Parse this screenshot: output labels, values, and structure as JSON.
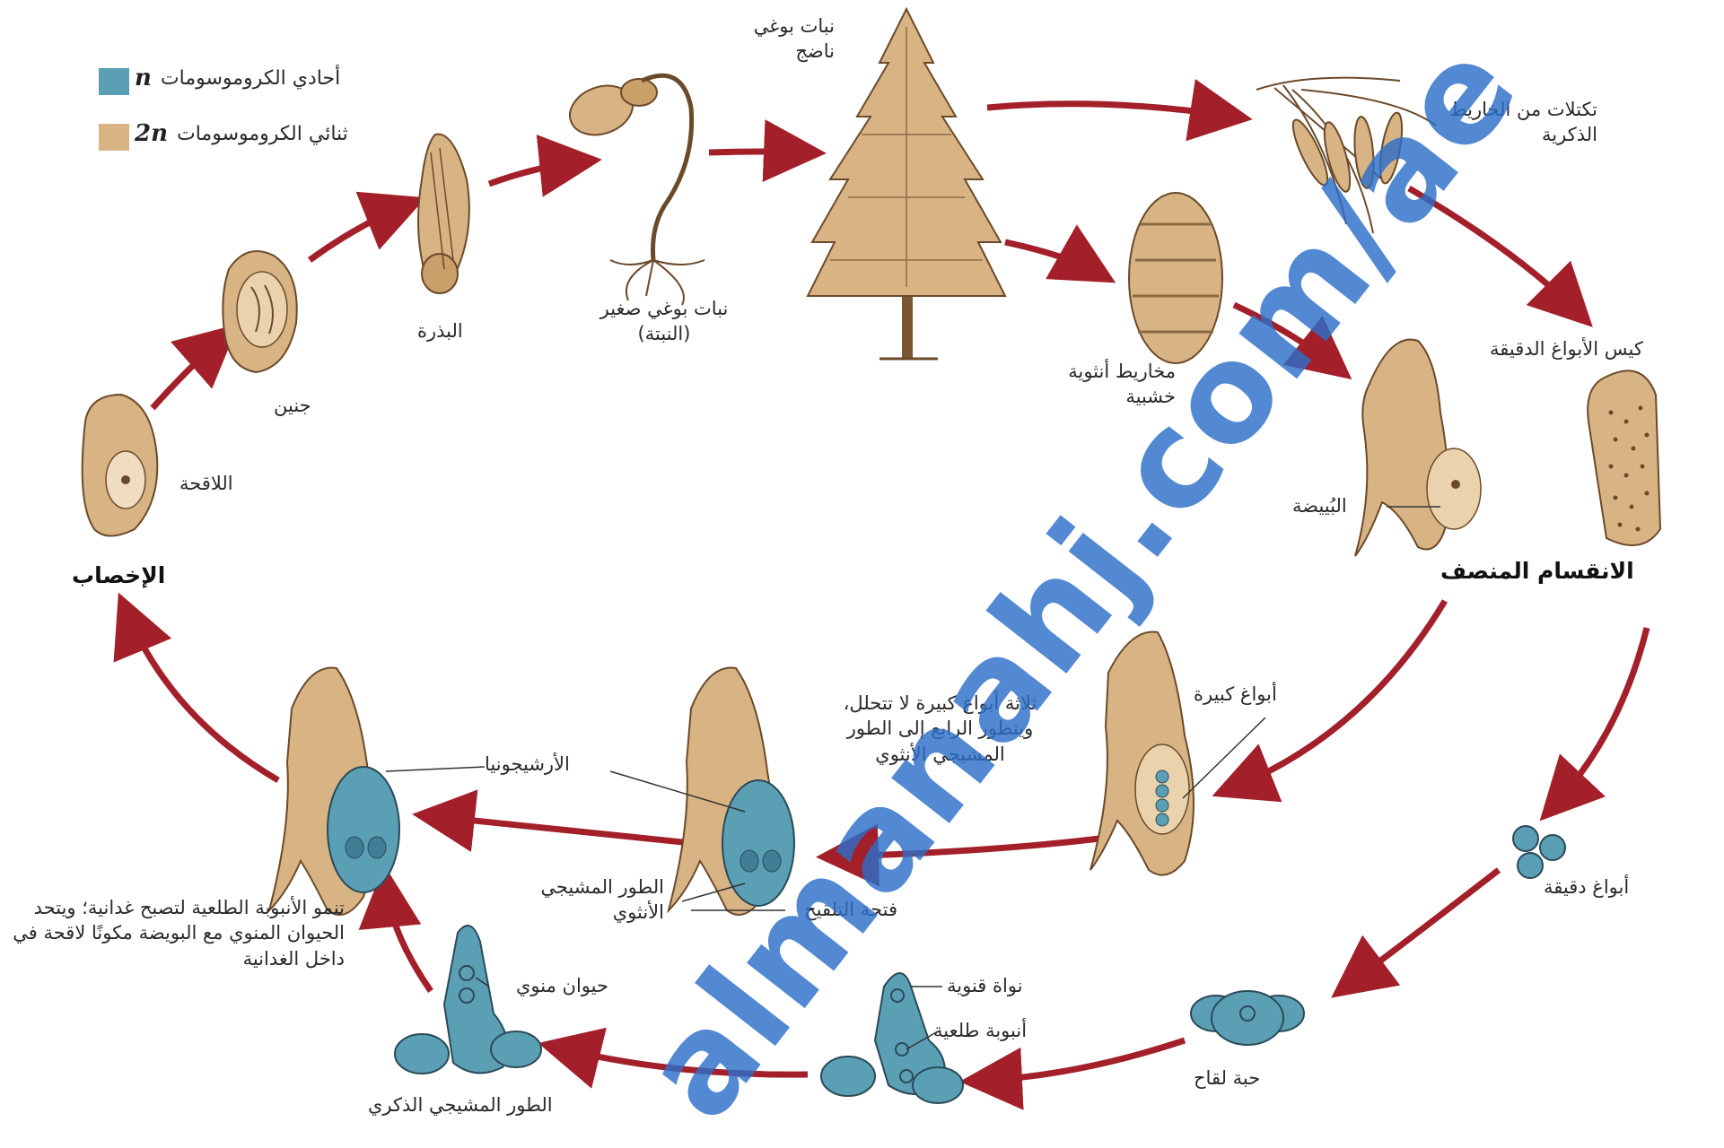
{
  "colors": {
    "haploid": "#5b9fb4",
    "diploid": "#d8b485",
    "arrow": "#a3202a",
    "watermark": "#2d6ec8"
  },
  "legend": {
    "haploid_symbol": "n",
    "haploid_text": "أحادي الكروموسومات",
    "diploid_symbol": "2n",
    "diploid_text": "ثنائي الكروموسومات"
  },
  "labels": {
    "mature_sporophyte": "نبات بوغي ناضج",
    "male_cones": "تكتلات من الخاريط الذكرية",
    "microsporangium": "كيس الأبواغ الدقيقة",
    "female_cone": "مخاريط أنثوية خشبية",
    "ovule": "البُييضة",
    "meiosis": "الانقسام المنصف",
    "megaspores": "أبواغ كبيرة",
    "three_megaspores": "ثلاثة أبواغ كبيرة لا تتحلل، ويتطور الرابع إلى الطور المشيجي الأنثوي",
    "microspores": "أبواغ دقيقة",
    "pollen_grain": "حبة لقاح",
    "tube_nucleus": "نواة قنوية",
    "pollen_tube": "أنبوبة طلعية",
    "male_gametophyte": "الطور المشيجي الذكري",
    "sperm": "حيوان منوي",
    "archegonia": "الأرشيجونيا",
    "female_gametophyte": "الطور المشيجي الأنثوي",
    "micropyle": "فتحة التلقيح",
    "pollen_tube_grows": "تنمو الأنبوبة الطلعية لتصبح غدانية؛ ويتحد الحيوان المنوي مع البويضة مكونًا لاقحة في داخل الغدانية",
    "fertilization": "الإخصاب",
    "zygote": "اللاقحة",
    "embryo": "جنين",
    "seed": "البذرة",
    "seedling": "نبات بوغي صغير (النبتة)"
  },
  "watermark": "almanahj.com/ae"
}
